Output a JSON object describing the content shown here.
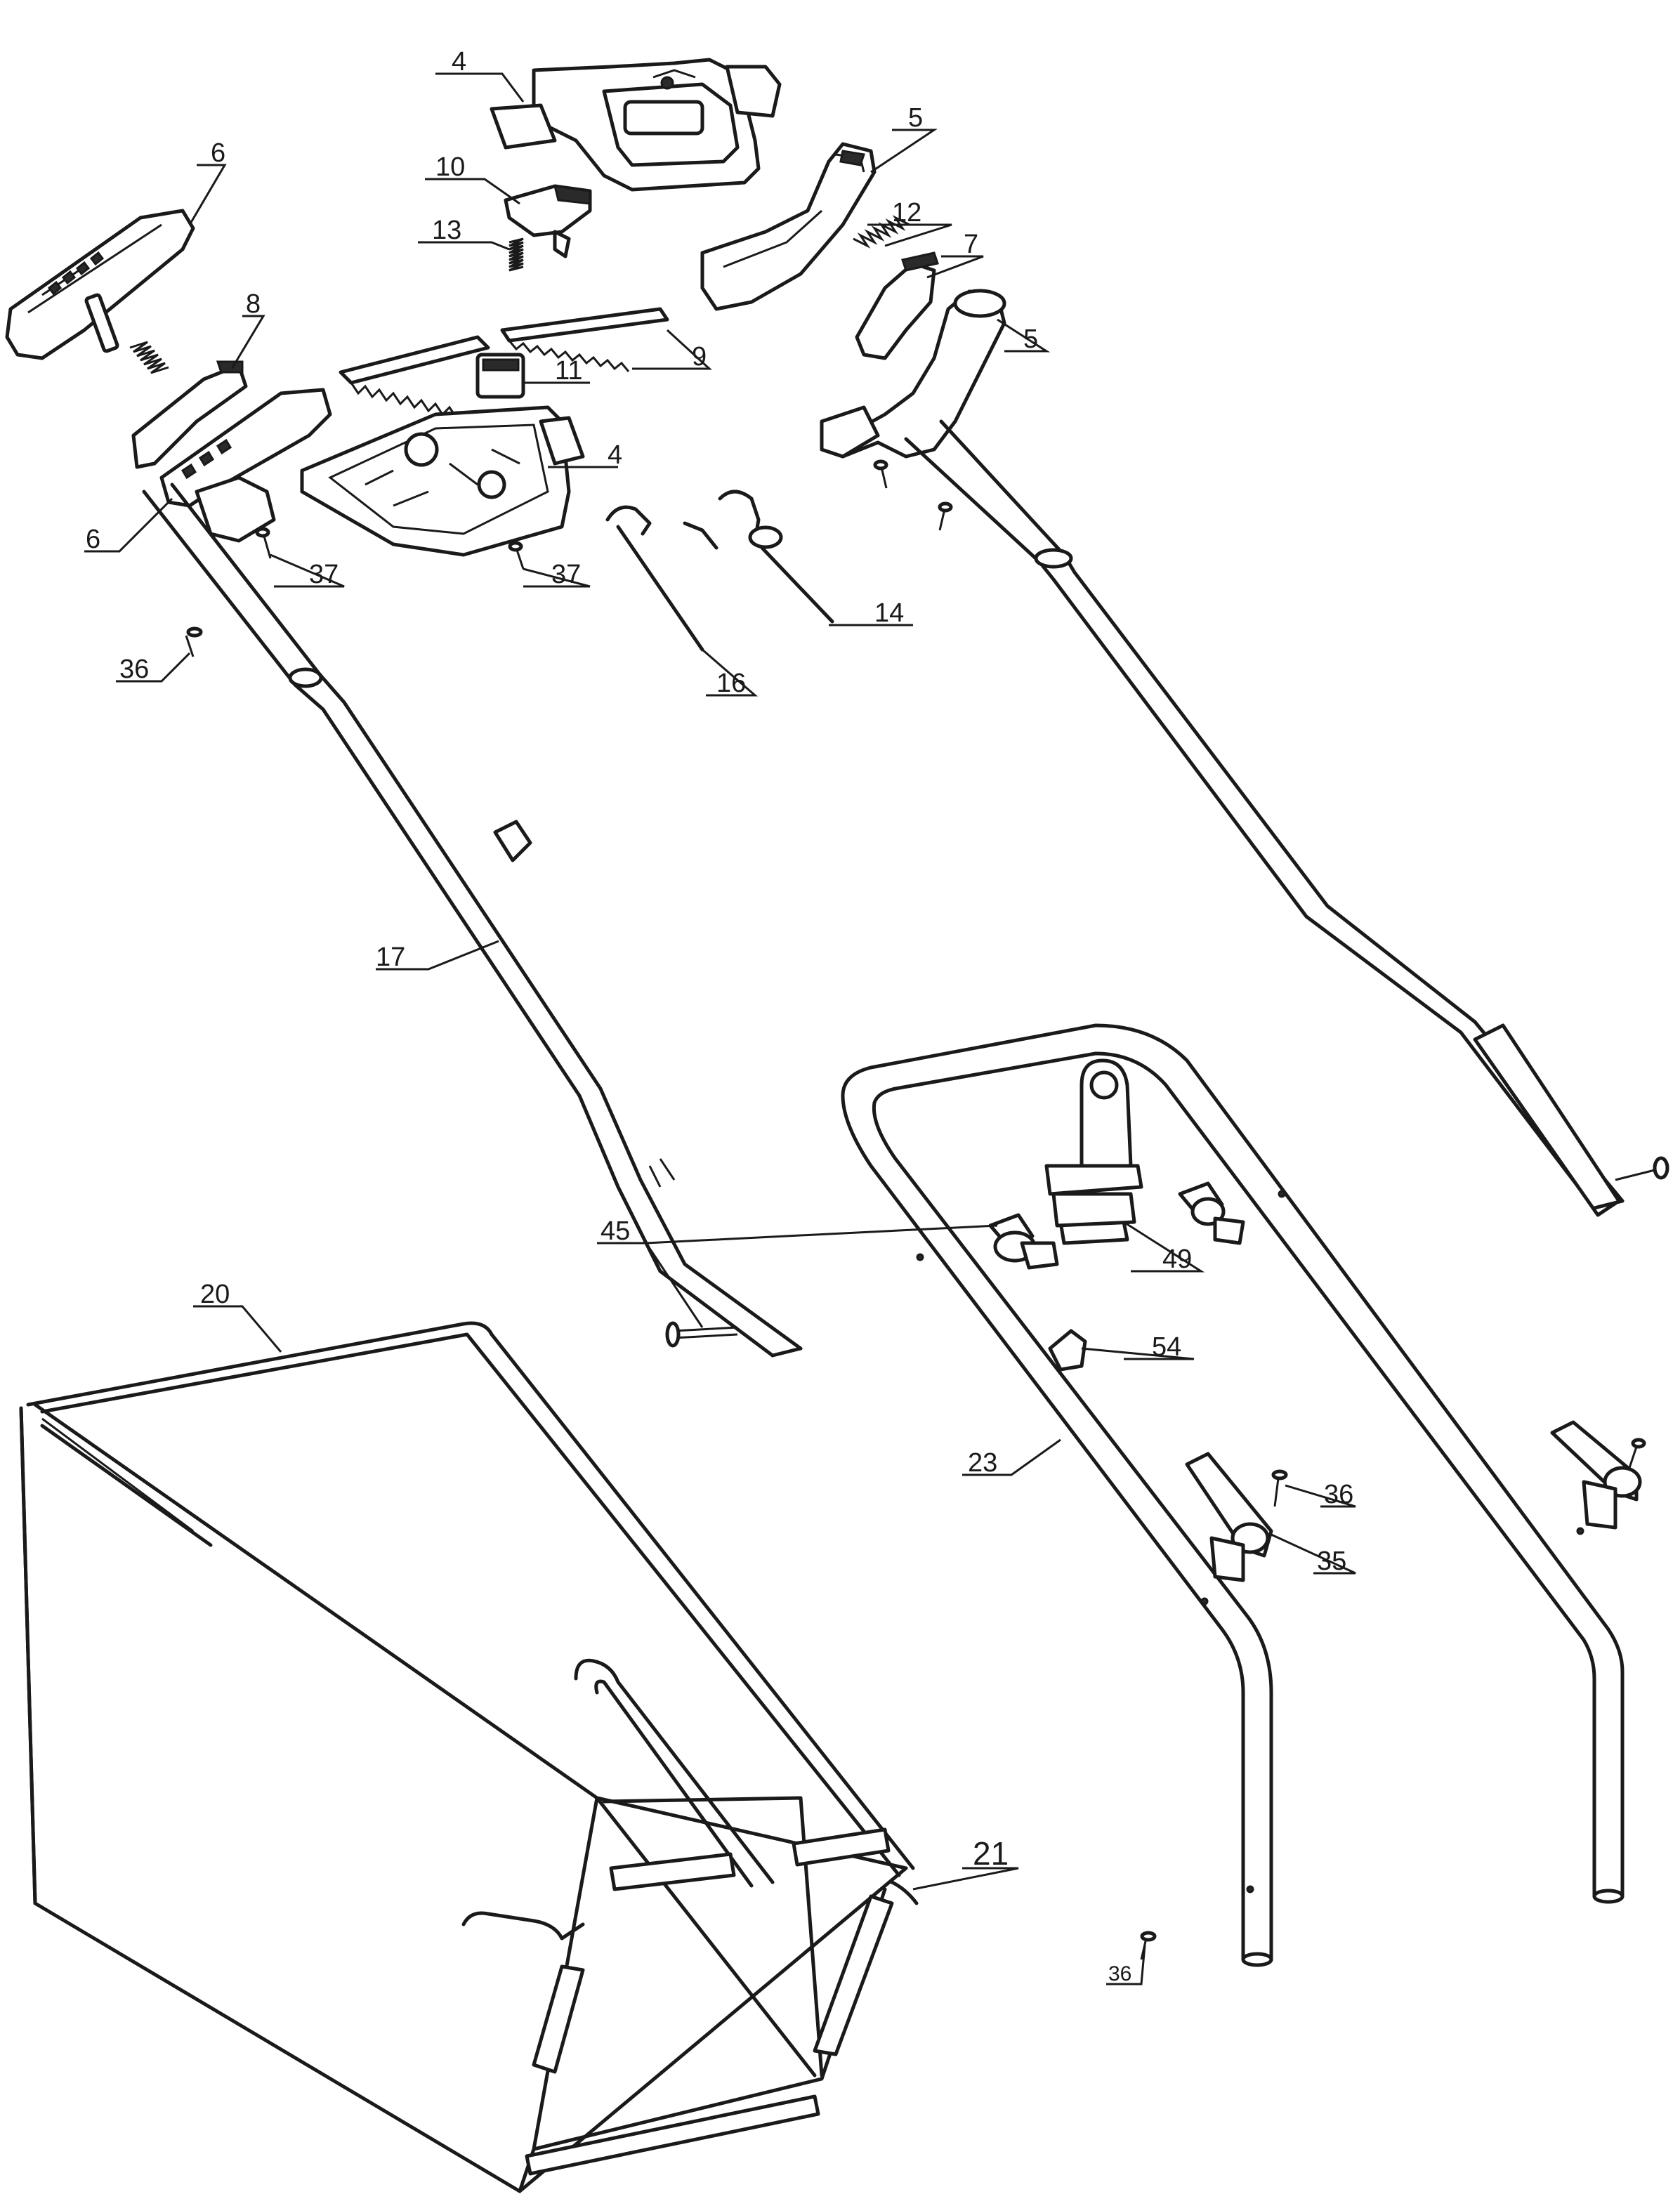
{
  "diagram": {
    "callouts": [
      {
        "id": "c4a",
        "label": "4"
      },
      {
        "id": "c4b",
        "label": "4"
      },
      {
        "id": "c5a",
        "label": "5"
      },
      {
        "id": "c5b",
        "label": "5"
      },
      {
        "id": "c6a",
        "label": "6"
      },
      {
        "id": "c6b",
        "label": "6"
      },
      {
        "id": "c7",
        "label": "7"
      },
      {
        "id": "c8",
        "label": "8"
      },
      {
        "id": "c9",
        "label": "9"
      },
      {
        "id": "c10",
        "label": "10"
      },
      {
        "id": "c11",
        "label": "11"
      },
      {
        "id": "c12",
        "label": "12"
      },
      {
        "id": "c13",
        "label": "13"
      },
      {
        "id": "c14",
        "label": "14"
      },
      {
        "id": "c16",
        "label": "16"
      },
      {
        "id": "c17",
        "label": "17"
      },
      {
        "id": "c20",
        "label": "20"
      },
      {
        "id": "c21",
        "label": "21"
      },
      {
        "id": "c23",
        "label": "23"
      },
      {
        "id": "c35",
        "label": "35"
      },
      {
        "id": "c36a",
        "label": "36"
      },
      {
        "id": "c36b",
        "label": "36"
      },
      {
        "id": "c36c",
        "label": "36"
      },
      {
        "id": "c37a",
        "label": "37"
      },
      {
        "id": "c37b",
        "label": "37"
      },
      {
        "id": "c45",
        "label": "45"
      },
      {
        "id": "c49",
        "label": "49"
      },
      {
        "id": "c54",
        "label": "54"
      }
    ]
  }
}
